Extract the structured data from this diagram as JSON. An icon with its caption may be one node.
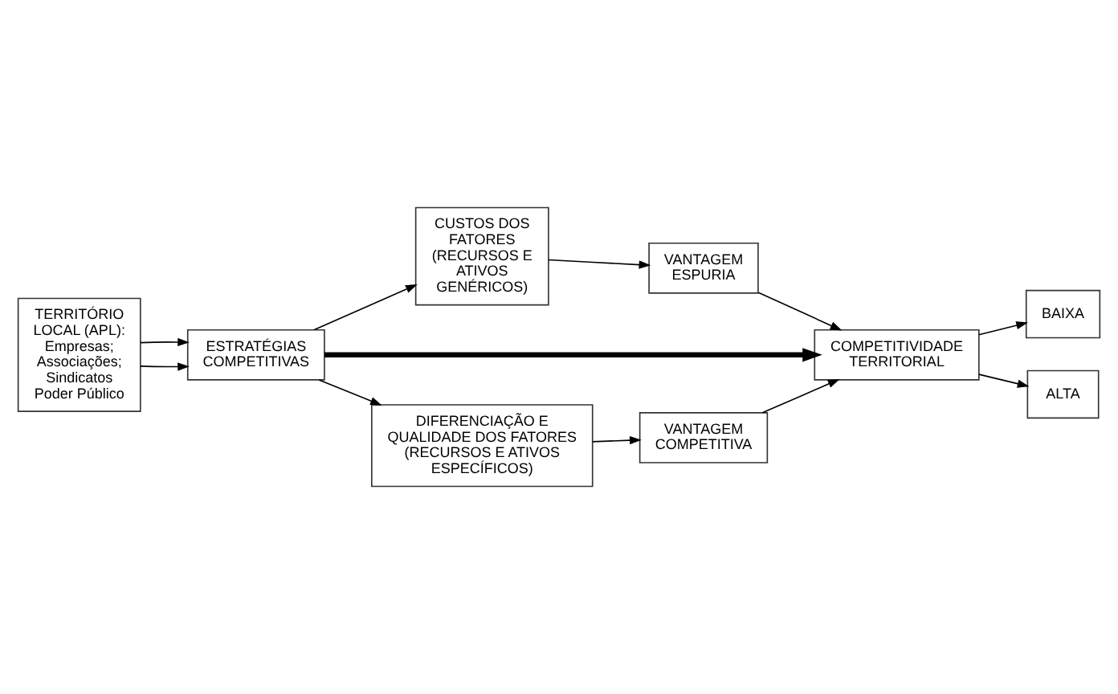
{
  "diagram": {
    "nodes": [
      {
        "text": [
          "CUSTOS DOS FATORES (RECURSOS E ATIVOS GENÉRICOS)"
        ]
      },
      {
        "text": [
          "VANTAGEM ESPURIA"
        ]
      },
      {
        "text": [
          "BAIXA"
        ]
      },
      {
        "text": [
          "TERRITÓRIO LOCAL (APL): Empresas; Associações; Sindicatos Poder Público"
        ]
      },
      {
        "text": [
          "ESTRATÉGIAS COMPETITIVAS"
        ]
      },
      {
        "text": [
          "COMPETITIVIDADE TERRITORIAL"
        ]
      },
      {
        "text": [
          "VANTAGEM COMPETITIVA"
        ]
      },
      {
        "text": [
          "ALTA"
        ]
      },
      {
        "text": [
          "DIFERENCIAÇÃO E QUALIDADE DOS FATORES (RECURSOS E ATIVOS ESPECÍFICOS)"
        ]
      }
    ],
    "edges": [
      {
        "from": 3,
        "to": 4,
        "arrow": "to"
      },
      {
        "from": 3,
        "to": 4,
        "arrow": "to"
      },
      {
        "from": 4,
        "to": 0,
        "arrow": "to"
      },
      {
        "from": 4,
        "to": 8,
        "arrow": "to"
      },
      {
        "from": 0,
        "to": 1,
        "arrow": "to"
      },
      {
        "from": 8,
        "to": 6,
        "arrow": "to"
      },
      {
        "from": 4,
        "to": 5,
        "arrow": "to",
        "style": "thick"
      },
      {
        "from": 1,
        "to": 5,
        "arrow": "to"
      },
      {
        "from": 6,
        "to": 5,
        "arrow": "to"
      },
      {
        "from": 5,
        "to": 2,
        "arrow": "to"
      },
      {
        "from": 5,
        "to": 7,
        "arrow": "to"
      }
    ]
  }
}
